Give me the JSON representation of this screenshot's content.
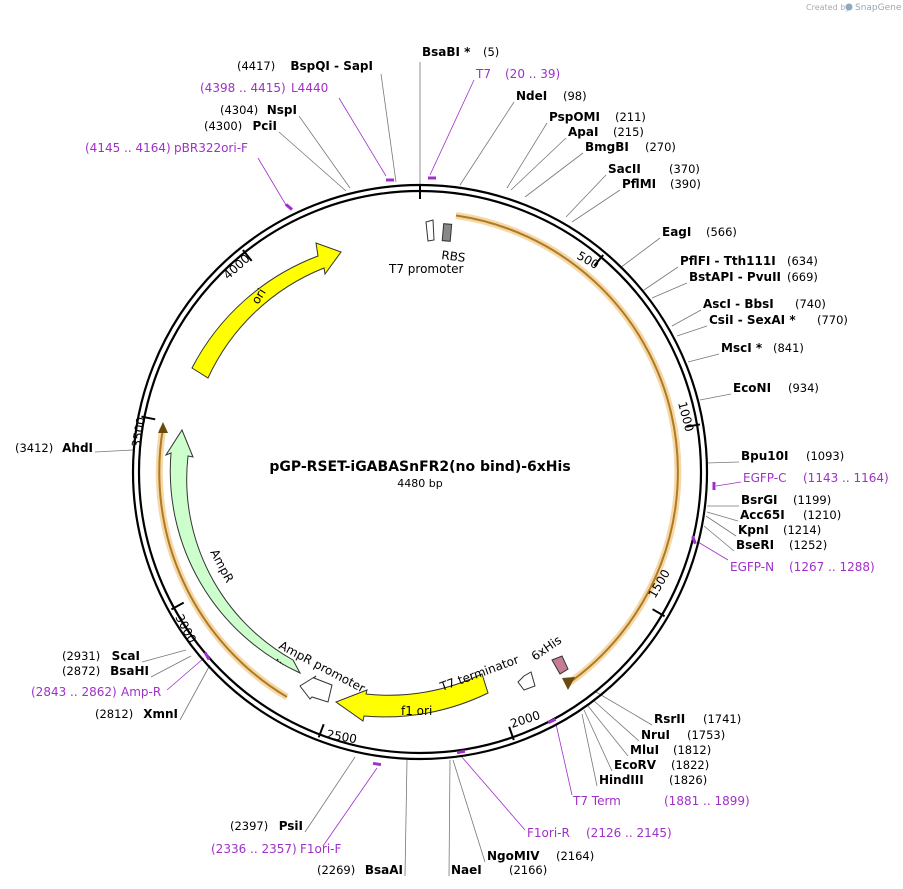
{
  "credit": {
    "prefix": "Created by",
    "brand": "SnapGene"
  },
  "plasmid": {
    "name": "pGP-RSET-iGABASnFR2(no bind)-6xHis",
    "length_label": "4480 bp",
    "length": 4480
  },
  "colors": {
    "backbone": "#000000",
    "primer": "#a030c8",
    "ori": "#ffff00",
    "ampr": "#ccffcc",
    "orf_highlight": "#f2c27c",
    "orf_line": "#c98a2a",
    "his": "#c67c93",
    "rbs": "#888888"
  },
  "ticks": [
    {
      "label": "500",
      "pos": 500
    },
    {
      "label": "1000",
      "pos": 1000
    },
    {
      "label": "1500",
      "pos": 1500
    },
    {
      "label": "2000",
      "pos": 2000
    },
    {
      "label": "2500",
      "pos": 2500
    },
    {
      "label": "3000",
      "pos": 3000
    },
    {
      "label": "3500",
      "pos": 3500
    },
    {
      "label": "4000",
      "pos": 4000
    }
  ],
  "enzymes": [
    {
      "name": "BsaBI *",
      "pos_label": "(5)"
    },
    {
      "name": "NdeI",
      "pos_label": "(98)"
    },
    {
      "name": "PspOMI",
      "pos_label": "(211)"
    },
    {
      "name": "ApaI",
      "pos_label": "(215)"
    },
    {
      "name": "BmgBI",
      "pos_label": "(270)"
    },
    {
      "name": "SacII",
      "pos_label": "(370)"
    },
    {
      "name": "PflMI",
      "pos_label": "(390)"
    },
    {
      "name": "EagI",
      "pos_label": "(566)"
    },
    {
      "name": "PflFI  - Tth111I",
      "pos_label": "(634)"
    },
    {
      "name": "BstAPI  - PvuII",
      "pos_label": "(669)"
    },
    {
      "name": "AscI  - BbsI",
      "pos_label": "(740)"
    },
    {
      "name": "CsiI  - SexAI *",
      "pos_label": "(770)"
    },
    {
      "name": "MscI *",
      "pos_label": "(841)"
    },
    {
      "name": "EcoNI",
      "pos_label": "(934)"
    },
    {
      "name": "Bpu10I",
      "pos_label": "(1093)"
    },
    {
      "name": "BsrGI",
      "pos_label": "(1199)"
    },
    {
      "name": "Acc65I",
      "pos_label": "(1210)"
    },
    {
      "name": "KpnI",
      "pos_label": "(1214)"
    },
    {
      "name": "BseRI",
      "pos_label": "(1252)"
    },
    {
      "name": "RsrII",
      "pos_label": "(1741)"
    },
    {
      "name": "NruI",
      "pos_label": "(1753)"
    },
    {
      "name": "MluI",
      "pos_label": "(1812)"
    },
    {
      "name": "EcoRV",
      "pos_label": "(1822)"
    },
    {
      "name": "HindIII",
      "pos_label": "(1826)"
    },
    {
      "name": "NgoMIV",
      "pos_label": "(2164)"
    },
    {
      "name": "NaeI",
      "pos_label": "(2166)"
    },
    {
      "name": "BsaAI",
      "pos_label": "(2269)"
    },
    {
      "name": "PsiI",
      "pos_label": "(2397)"
    },
    {
      "name": "XmnI",
      "pos_label": "(2812)"
    },
    {
      "name": "BsaHI",
      "pos_label": "(2872)"
    },
    {
      "name": "ScaI",
      "pos_label": "(2931)"
    },
    {
      "name": "AhdI",
      "pos_label": "(3412)"
    },
    {
      "name": "PciI",
      "pos_label": "(4300)"
    },
    {
      "name": "NspI",
      "pos_label": "(4304)"
    },
    {
      "name": "BspQI  - SapI",
      "pos_label": "(4417)"
    }
  ],
  "primers": [
    {
      "name": "T7",
      "range": "(20 .. 39)"
    },
    {
      "name": "EGFP-C",
      "range": "(1143 .. 1164)"
    },
    {
      "name": "EGFP-N",
      "range": "(1267 .. 1288)"
    },
    {
      "name": "T7 Term",
      "range": "(1881 .. 1899)"
    },
    {
      "name": "F1ori-R",
      "range": "(2126 .. 2145)"
    },
    {
      "name": "F1ori-F",
      "range": "(2336 .. 2357)"
    },
    {
      "name": "Amp-R",
      "range": "(2843 .. 2862)"
    },
    {
      "name": "pBR322ori-F",
      "range": "(4145 .. 4164)"
    },
    {
      "name": "L4440",
      "range": "(4398 .. 4415)"
    }
  ],
  "features": {
    "t7_promoter": "T7 promoter",
    "rbs": "RBS",
    "his": "6xHis",
    "t7_terminator": "T7 terminator",
    "f1_ori": "f1 ori",
    "ampr_promoter": "AmpR promoter",
    "ampr": "AmpR",
    "ori": "ori"
  }
}
